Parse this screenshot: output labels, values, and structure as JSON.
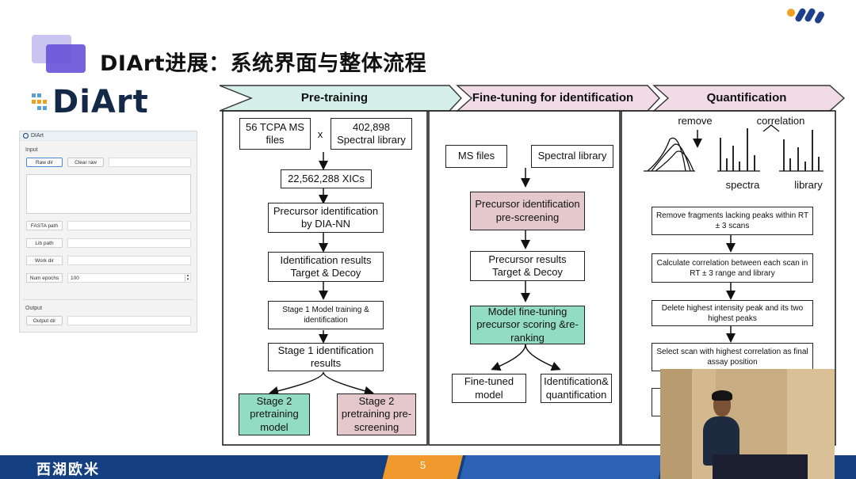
{
  "slide": {
    "title": "DIArt进展：系统界面与整体流程",
    "logo_text": "DiArt",
    "page_number": "5",
    "bottom_brand": "西湖欧米"
  },
  "app": {
    "window_title": "DIArt",
    "sections": {
      "input": "Input",
      "output": "Output"
    },
    "buttons": {
      "raw_dir": "Raw dir",
      "clear_raw": "Clear raw",
      "output_dir": "Output dir"
    },
    "fields": [
      {
        "label": "FASTA path",
        "value": ""
      },
      {
        "label": "Lib path",
        "value": ""
      },
      {
        "label": "Work dir",
        "value": ""
      },
      {
        "label": "Num epochs",
        "value": "100"
      }
    ]
  },
  "flow": {
    "stages": [
      "Pre-training",
      "Fine-tuning for identification",
      "Quantification"
    ],
    "pretraining": {
      "tcpa": "56 TCPA MS files",
      "times": "x",
      "library": "402,898 Spectral library",
      "xics": "22,562,288 XICs",
      "precursor": "Precursor identification by DIA-NN",
      "results": "Identification results Target & Decoy",
      "stage1_train": "Stage 1 Model training & identification",
      "stage1_results": "Stage 1 identification results",
      "stage2_model": "Stage 2 pretraining model",
      "stage2_screen": "Stage 2 pretraining pre-screening"
    },
    "finetuning": {
      "ms_files": "MS files",
      "spectral_library": "Spectral library",
      "prescreen": "Precursor identification pre-screening",
      "results": "Precursor results Target & Decoy",
      "model": "Model fine-tuning precursor scoring &re-ranking",
      "fine_tuned": "Fine-tuned model",
      "ident_quant": "Identification& quantification"
    },
    "quantification": {
      "remove": "remove",
      "correlation": "correlation",
      "spectra": "spectra",
      "library": "library",
      "step1": "Remove fragments lacking peaks within RT ± 3 scans",
      "step2": "Calculate correlation between each scan in RT ± 3 range and library",
      "step3": "Delete highest intensity peak and its two highest peaks",
      "step4": "Select scan with highest correlation as final assay position"
    }
  },
  "colors": {
    "accent_purple": "#6a55d8",
    "bottom_bar": "#143f80",
    "page_tab": "#f09a2e",
    "box_pink": "#e4c8cc",
    "box_green": "#92dcc4",
    "stage_green": "#d4f0e8",
    "stage_pink": "#f1dce6"
  }
}
